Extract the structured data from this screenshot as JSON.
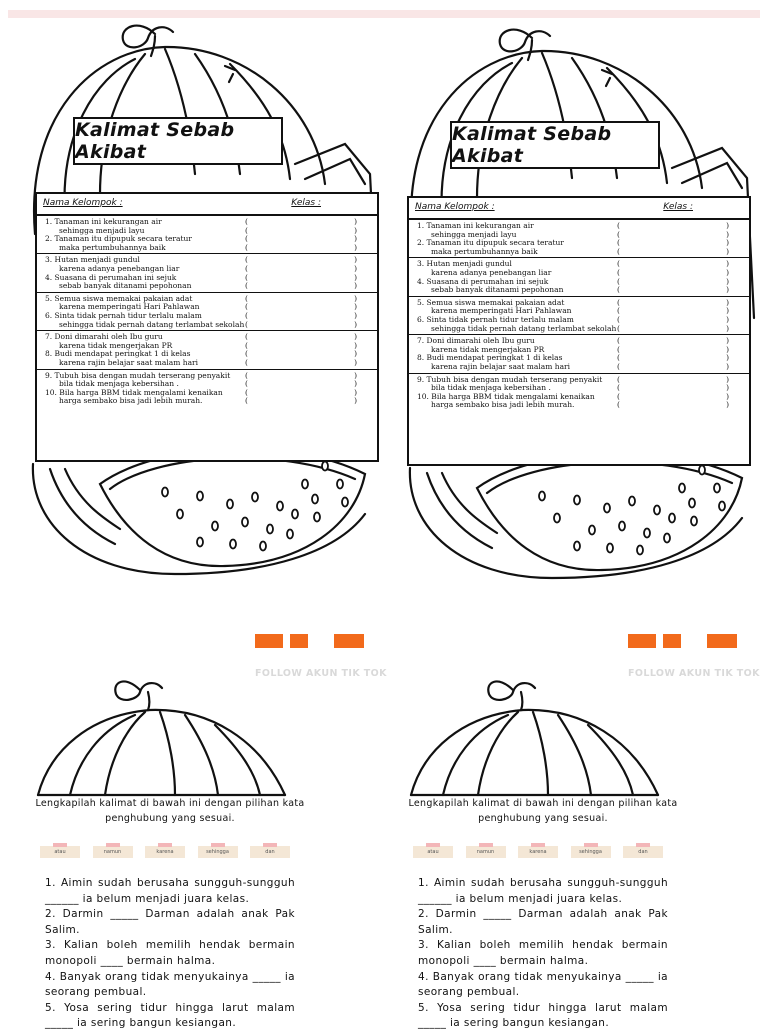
{
  "worksheet_top": {
    "title": "Kalimat Sebab Akibat",
    "header": {
      "name_label": "Nama Kelompok :",
      "class_label": "Kelas :"
    },
    "groups": [
      [
        {
          "text": "1. Tanaman ini kekurangan air",
          "cont": false
        },
        {
          "text": "sehingga menjadi layu",
          "cont": true
        },
        {
          "text": "2. Tanaman itu dipupuk secara teratur",
          "cont": false
        },
        {
          "text": "maka pertumbuhannya baik",
          "cont": true
        }
      ],
      [
        {
          "text": "3. Hutan menjadi gundul",
          "cont": false
        },
        {
          "text": "karena adanya penebangan liar",
          "cont": true
        },
        {
          "text": "4. Suasana di perumahan ini sejuk",
          "cont": false
        },
        {
          "text": "sebab banyak ditanami pepohonan",
          "cont": true
        }
      ],
      [
        {
          "text": "5. Semua siswa memakai pakaian adat",
          "cont": false
        },
        {
          "text": "karena memperingati Hari Pahlawan",
          "cont": true
        },
        {
          "text": "6. Sinta tidak pernah tidur terlalu malam",
          "cont": false
        },
        {
          "text": "sehingga tidak pernah datang terlambat sekolah",
          "cont": true
        }
      ],
      [
        {
          "text": "7. Doni dimarahi oleh Ibu guru",
          "cont": false
        },
        {
          "text": "karena tidak mengerjakan PR",
          "cont": true
        },
        {
          "text": "8. Budi mendapat peringkat 1 di kelas",
          "cont": false
        },
        {
          "text": "karena rajin belajar saat malam hari",
          "cont": true
        }
      ],
      [
        {
          "text": "9. Tubuh bisa dengan mudah terserang penyakit",
          "cont": false
        },
        {
          "text": "bila tidak menjaga kebersihan .",
          "cont": true
        },
        {
          "text": "10. Bila harga BBM tidak mengalami kenaikan",
          "cont": false
        },
        {
          "text": "harga sembako bisa jadi lebih murah.",
          "cont": true
        }
      ]
    ],
    "paren_open": "(",
    "paren_close": ")"
  },
  "worksheet_bottom": {
    "follow_text": "FOLLOW AKUN TIK TOK",
    "instruction": "Lengkapilah kalimat di bawah ini dengan pilihan kata penghubung yang sesuai.",
    "conjunctions": [
      "atau",
      "namun",
      "karena",
      "sehingga",
      "dan"
    ],
    "questions": [
      "1. Aimin sudah berusaha sungguh-sungguh ______ ia belum menjadi juara kelas.",
      "2. Darmin _____ Darman adalah anak Pak Salim.",
      "3. Kalian boleh memilih hendak bermain monopoli ____ bermain halma.",
      "4. Banyak orang tidak menyukainya _____ ia seorang pembual.",
      "5. Yosa sering tidur hingga larut malam _____ ia sering bangun kesiangan."
    ]
  },
  "colors": {
    "accent_orange": "#f26a1b",
    "tape_pink": "#f3b6b8",
    "chip_beige": "#f4e7d6"
  }
}
